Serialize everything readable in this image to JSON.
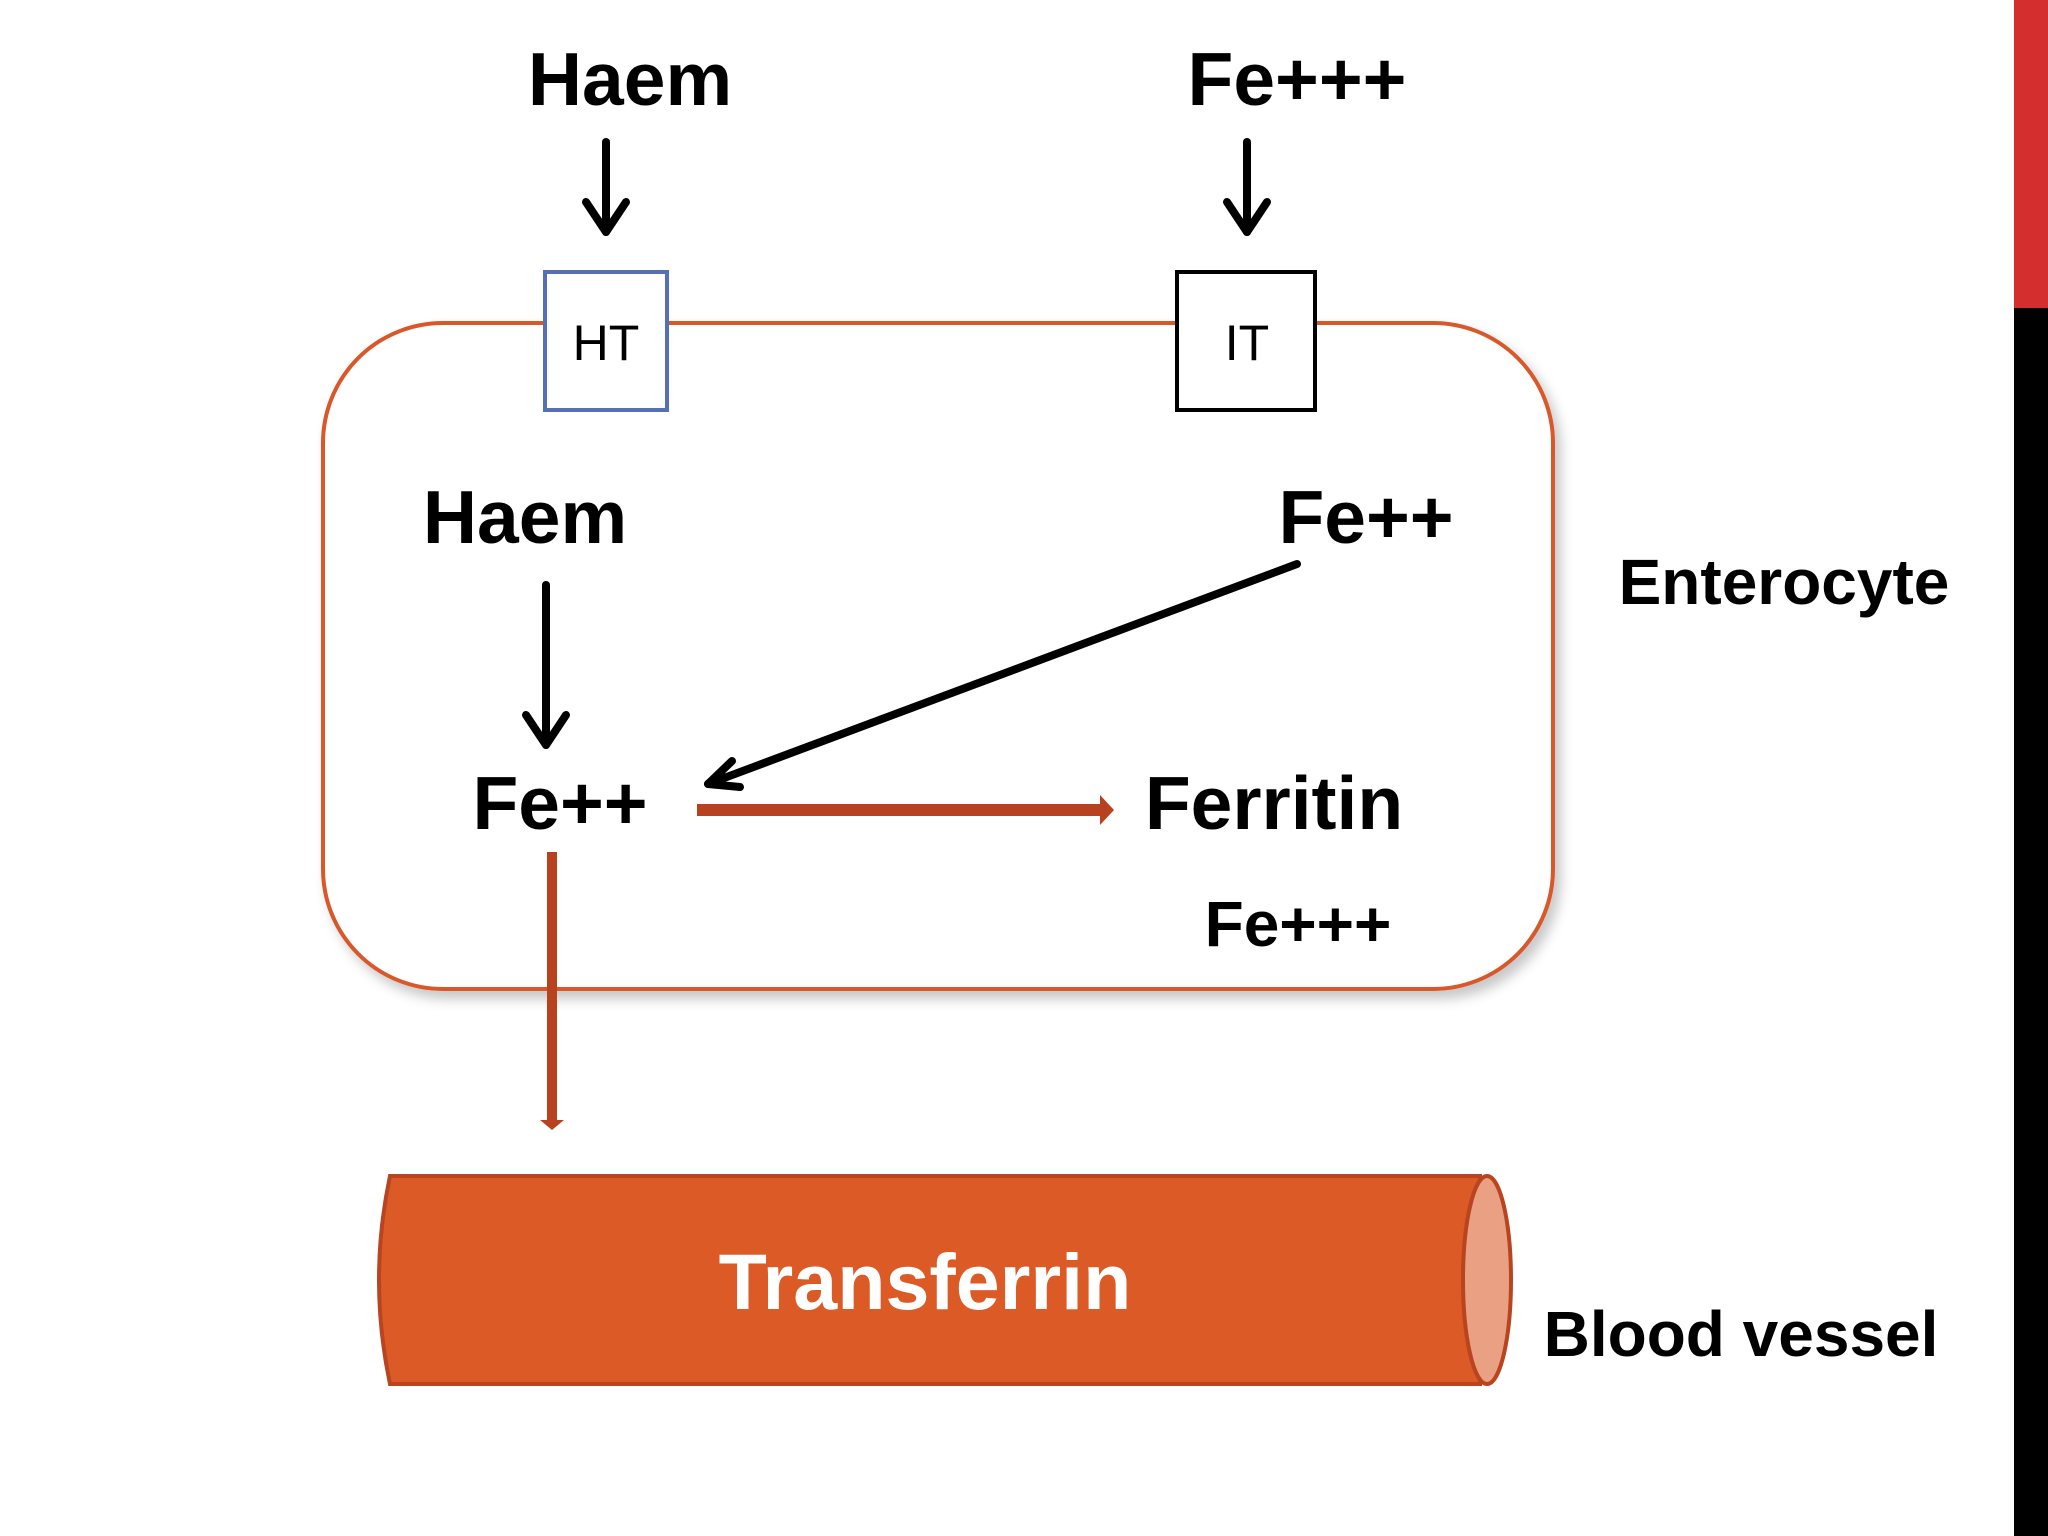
{
  "colors": {
    "membrane": "#d9582b",
    "vessel_fill": "#db5a26",
    "vessel_edge": "#b84420",
    "vessel_end": "#eaa083",
    "arrow_orange": "#b8411f",
    "ht_border": "#5670b5",
    "it_border": "#000000",
    "side_bar_top": "#d42e2e",
    "side_bar_bottom": "#000000"
  },
  "outside": {
    "haem": "Haem",
    "ferric": "Fe+++"
  },
  "transporters": {
    "ht": "HT",
    "it": "IT"
  },
  "cell": {
    "label": "Enterocyte",
    "haem": "Haem",
    "ferrous_in": "Fe++",
    "ferrous_pool": "Fe++",
    "ferritin": "Ferritin",
    "ferritin_ferric": "Fe+++"
  },
  "vessel": {
    "label": "Blood vessel",
    "carrier": "Transferrin"
  }
}
